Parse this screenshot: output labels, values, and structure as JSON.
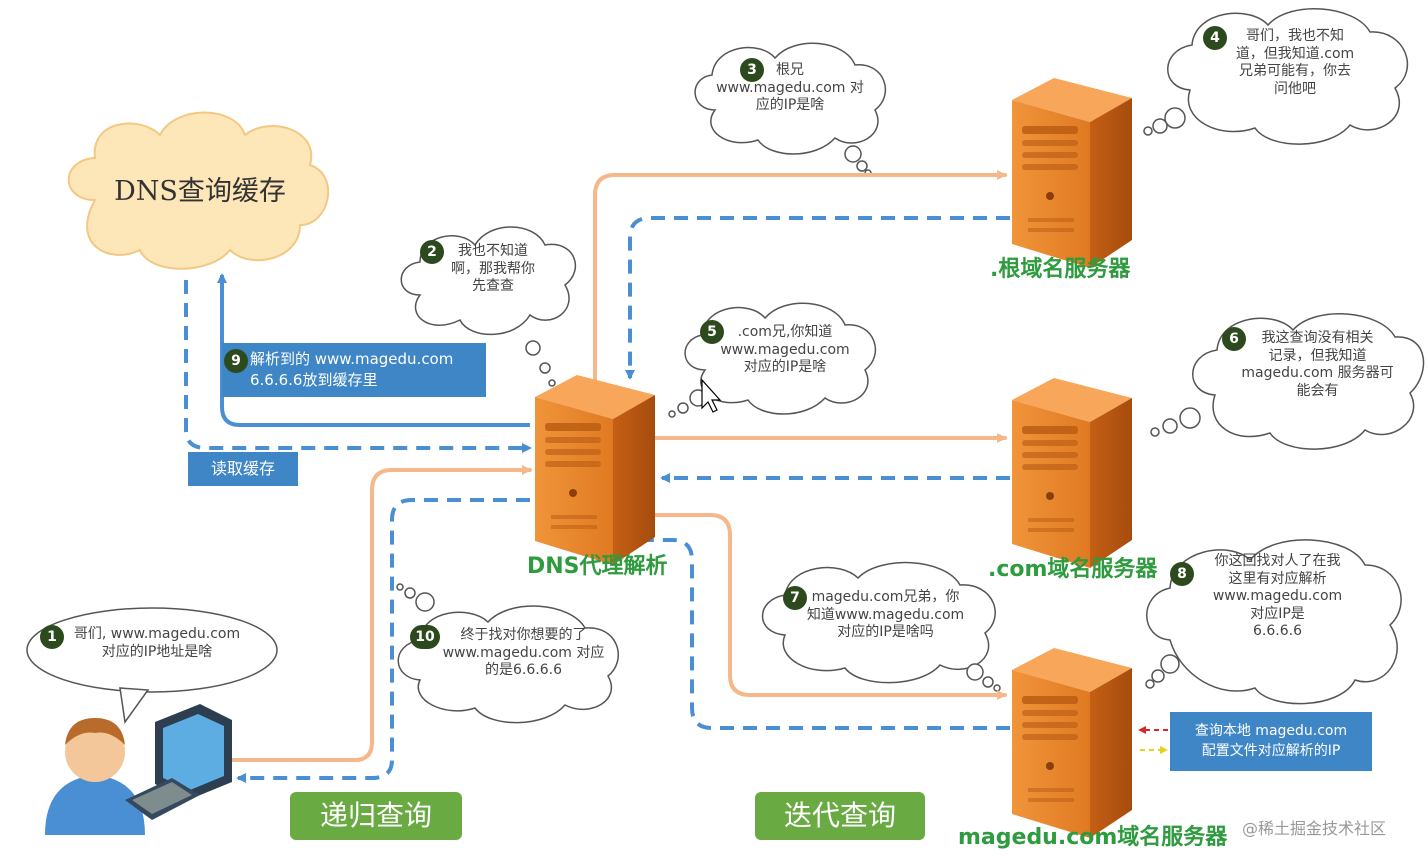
{
  "cache": {
    "title": "DNS查询缓存"
  },
  "servers": {
    "root": "根域名服务器",
    "root_prefix": ".",
    "com": ".com域名服务器",
    "magedu": "magedu.com域名服务器",
    "proxy": "DNS代理解析"
  },
  "bubbles": [
    {
      "num": "1",
      "lines": [
        "哥们, www.magedu.com",
        "对应的IP地址是啥"
      ]
    },
    {
      "num": "2",
      "lines": [
        "我也不知道",
        "啊，那我帮你",
        "先查查"
      ]
    },
    {
      "num": "3",
      "lines": [
        "根兄",
        "www.magedu.com 对",
        "应的IP是啥"
      ]
    },
    {
      "num": "4",
      "lines": [
        "哥们，我也不知",
        "道，但我知道.com",
        "兄弟可能有，你去",
        "问他吧"
      ]
    },
    {
      "num": "5",
      "lines": [
        ".com兄,你知道",
        "www.magedu.com",
        "对应的IP是啥"
      ]
    },
    {
      "num": "6",
      "lines": [
        "我这查询没有相关",
        "记录，但我知道",
        "magedu.com 服务器可",
        "能会有"
      ]
    },
    {
      "num": "7",
      "lines": [
        "magedu.com兄弟，你",
        "知道www.magedu.com",
        "对应的IP是啥吗"
      ]
    },
    {
      "num": "8",
      "lines": [
        "你这回找对人了在我",
        "这里有对应解析",
        "www.magedu.com",
        "对应IP是",
        "6.6.6.6"
      ]
    },
    {
      "num": "10",
      "lines": [
        "终于找对你想要的了",
        "www.magedu.com 对应",
        "的是6.6.6.6"
      ]
    }
  ],
  "boxes": {
    "cache_write_num": "9",
    "cache_write_lines": [
      "解析到的 www.magedu.com",
      "6.6.6.6放到缓存里"
    ],
    "read_cache": "读取缓存",
    "local_query_lines": [
      "查询本地 magedu.com",
      "配置文件对应解析的IP"
    ]
  },
  "buttons": {
    "recursive": "递归查询",
    "iterative": "迭代查询"
  },
  "watermark": "@稀土掘金技术社区",
  "colors": {
    "request_arrow": "#f5b88a",
    "response_arrow": "#4a8fd4",
    "server_orange": "#e8812a",
    "label_green": "#2e9b3e",
    "box_blue": "#3f86c6",
    "button_green": "#6aaa43",
    "cache_cloud": "#fde6b8"
  }
}
